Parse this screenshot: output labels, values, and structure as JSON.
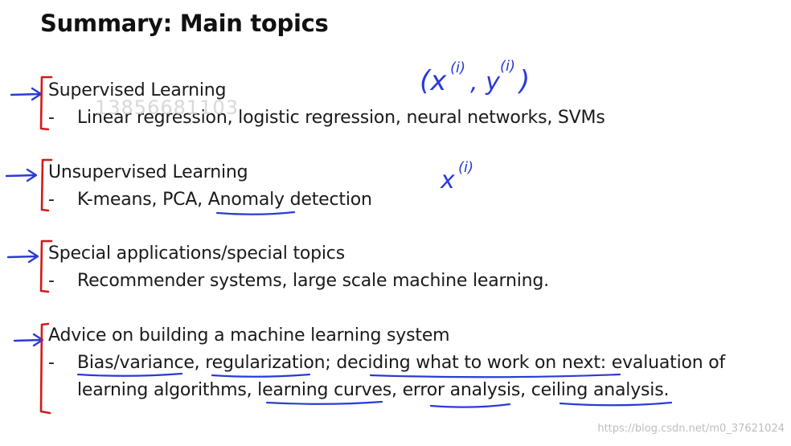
{
  "title": "Summary: Main topics",
  "sections": [
    {
      "heading": "Supervised Learning",
      "items": [
        "Linear regression, logistic regression, neural networks, SVMs"
      ],
      "annotation": "(x(i), y(i))"
    },
    {
      "heading": "Unsupervised Learning",
      "items": [
        "K-means, PCA, Anomaly detection"
      ],
      "annotation": "x(i)"
    },
    {
      "heading": "Special applications/special topics",
      "items": [
        "Recommender systems, large scale machine learning."
      ]
    },
    {
      "heading": "Advice on building a machine learning system",
      "items": [
        "Bias/variance, regularization; deciding what to work on next: evaluation of",
        "learning algorithms, learning curves, error analysis, ceiling analysis."
      ]
    }
  ],
  "bullet_marker": "-",
  "watermark_number": "13856681103",
  "watermark_url": "https://blog.csdn.net/m0_37621024",
  "ink_colors": {
    "blue": "#2a3bd6",
    "red": "#d11a1a"
  }
}
